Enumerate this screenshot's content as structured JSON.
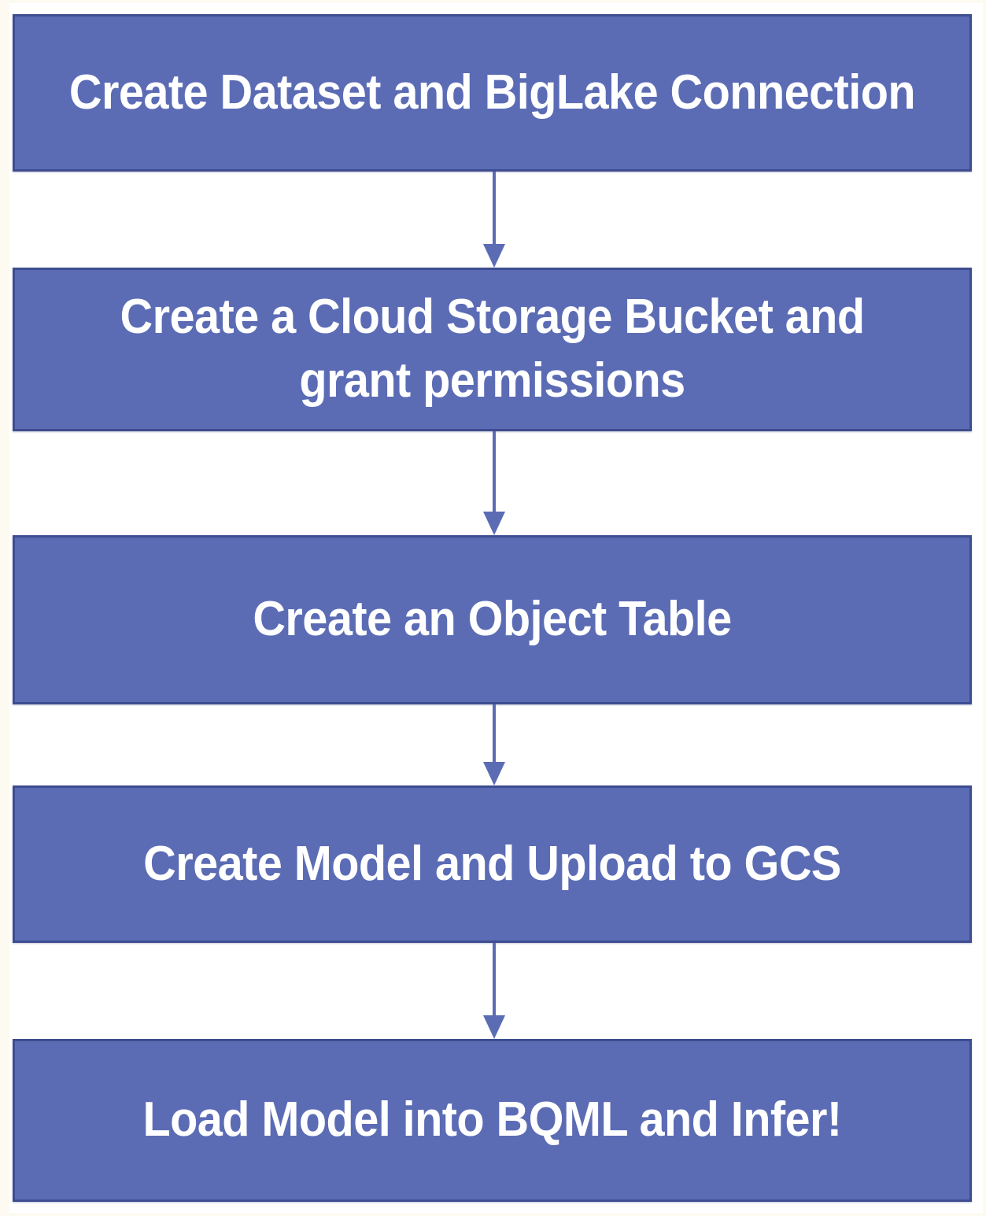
{
  "diagram": {
    "type": "flowchart",
    "orientation": "vertical-top-to-bottom",
    "background_color": "#fdfaf2",
    "plate_color": "#ffffff",
    "node_fill_color": "#5b6cb5",
    "node_border_color": "#3e4d90",
    "node_text_color": "#ffffff",
    "connector_color": "#5b6cb5",
    "nodes": [
      {
        "id": "step-1",
        "label": "Create Dataset and BigLake Connection"
      },
      {
        "id": "step-2",
        "label": "Create a Cloud Storage Bucket and grant permissions"
      },
      {
        "id": "step-3",
        "label": "Create an Object Table"
      },
      {
        "id": "step-4",
        "label": "Create Model and Upload to GCS"
      },
      {
        "id": "step-5",
        "label": "Load Model into BQML and Infer!"
      }
    ],
    "connectors": [
      {
        "id": "arrow-1",
        "from": "step-1",
        "to": "step-2",
        "style": "solid-line-with-filled-arrowhead"
      },
      {
        "id": "arrow-2",
        "from": "step-2",
        "to": "step-3",
        "style": "solid-line-with-filled-arrowhead"
      },
      {
        "id": "arrow-3",
        "from": "step-3",
        "to": "step-4",
        "style": "solid-line-with-filled-arrowhead"
      },
      {
        "id": "arrow-4",
        "from": "step-4",
        "to": "step-5",
        "style": "solid-line-with-filled-arrowhead"
      }
    ]
  }
}
